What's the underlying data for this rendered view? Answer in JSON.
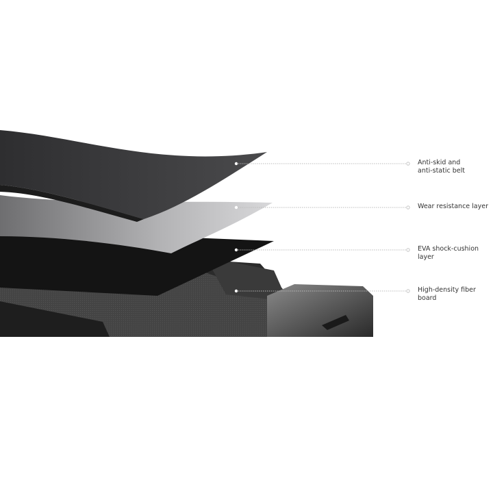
{
  "callouts": [
    {
      "label": "Anti-skid and\nanti-static belt"
    },
    {
      "label": "Wear resistance layer"
    },
    {
      "label": "EVA shock-cushion layer"
    },
    {
      "label": "High-density fiber board"
    }
  ],
  "colors": {
    "belt": "#3a3a3c",
    "wear_layer": "#a9a9ab",
    "eva_layer": "#141414",
    "fiber_board": "#4a4a4a",
    "leader_line": "#bbbbbb"
  }
}
